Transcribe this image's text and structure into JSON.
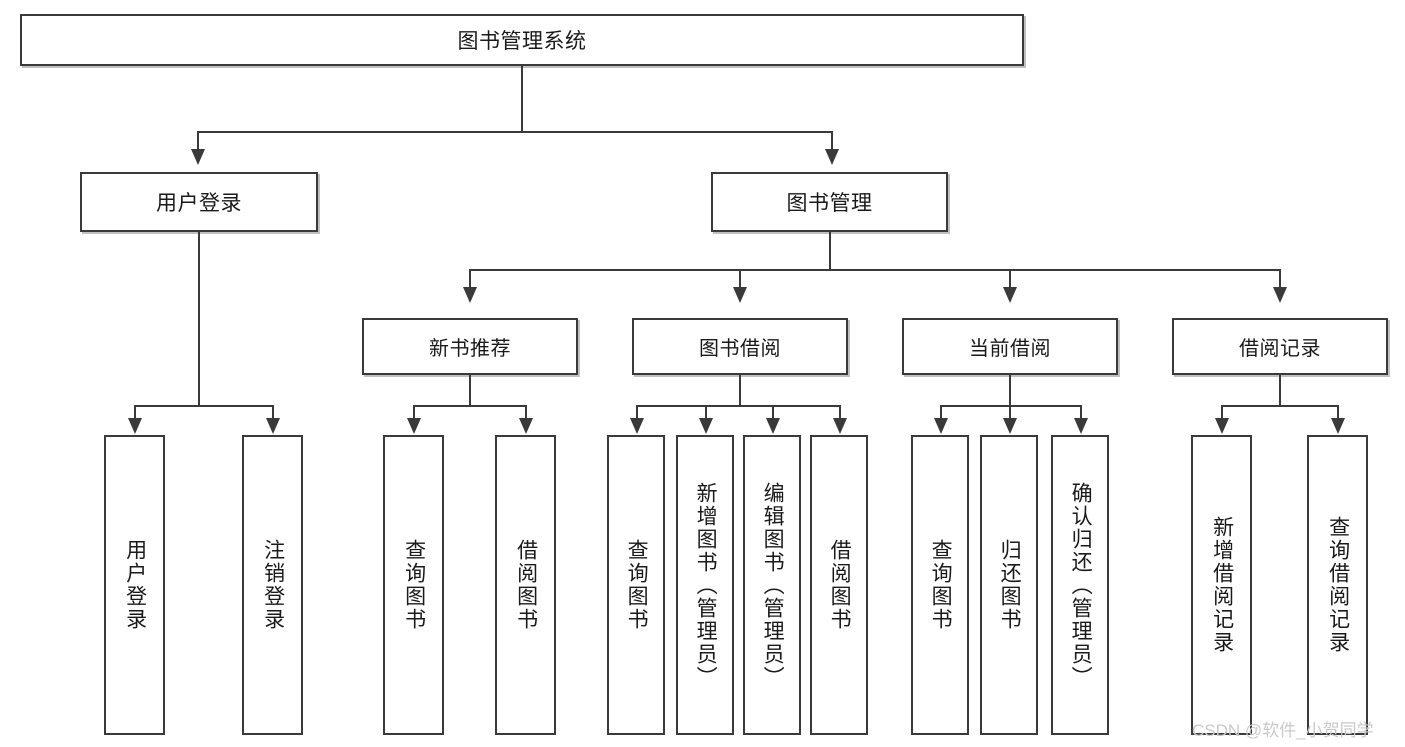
{
  "diagram": {
    "title": "图书管理系统",
    "type": "tree-hierarchy-diagram",
    "root": {
      "label": "图书管理系统"
    },
    "level2": [
      {
        "label": "用户登录"
      },
      {
        "label": "图书管理"
      }
    ],
    "level3": [
      {
        "label": "新书推荐"
      },
      {
        "label": "图书借阅"
      },
      {
        "label": "当前借阅"
      },
      {
        "label": "借阅记录"
      }
    ],
    "leaves": {
      "user_login": [
        {
          "label": "用户登录"
        },
        {
          "label": "注销登录"
        }
      ],
      "new_book_recommend": [
        {
          "label": "查询图书"
        },
        {
          "label": "借阅图书"
        }
      ],
      "book_borrow": [
        {
          "label": "查询图书"
        },
        {
          "label": "新增图书（管理员）"
        },
        {
          "label": "编辑图书（管理员）"
        },
        {
          "label": "借阅图书"
        }
      ],
      "current_borrow": [
        {
          "label": "查询图书"
        },
        {
          "label": "归还图书"
        },
        {
          "label": "确认归还（管理员）"
        }
      ],
      "borrow_record": [
        {
          "label": "新增借阅记录"
        },
        {
          "label": "查询借阅记录"
        }
      ]
    },
    "colors": {
      "stroke": "#3a3a3a",
      "fill": "#ffffff",
      "text": "#1a1a1a",
      "watermark": "#c9c9c9"
    }
  },
  "watermark": {
    "text": "CSDN @软件_小贺同学"
  }
}
